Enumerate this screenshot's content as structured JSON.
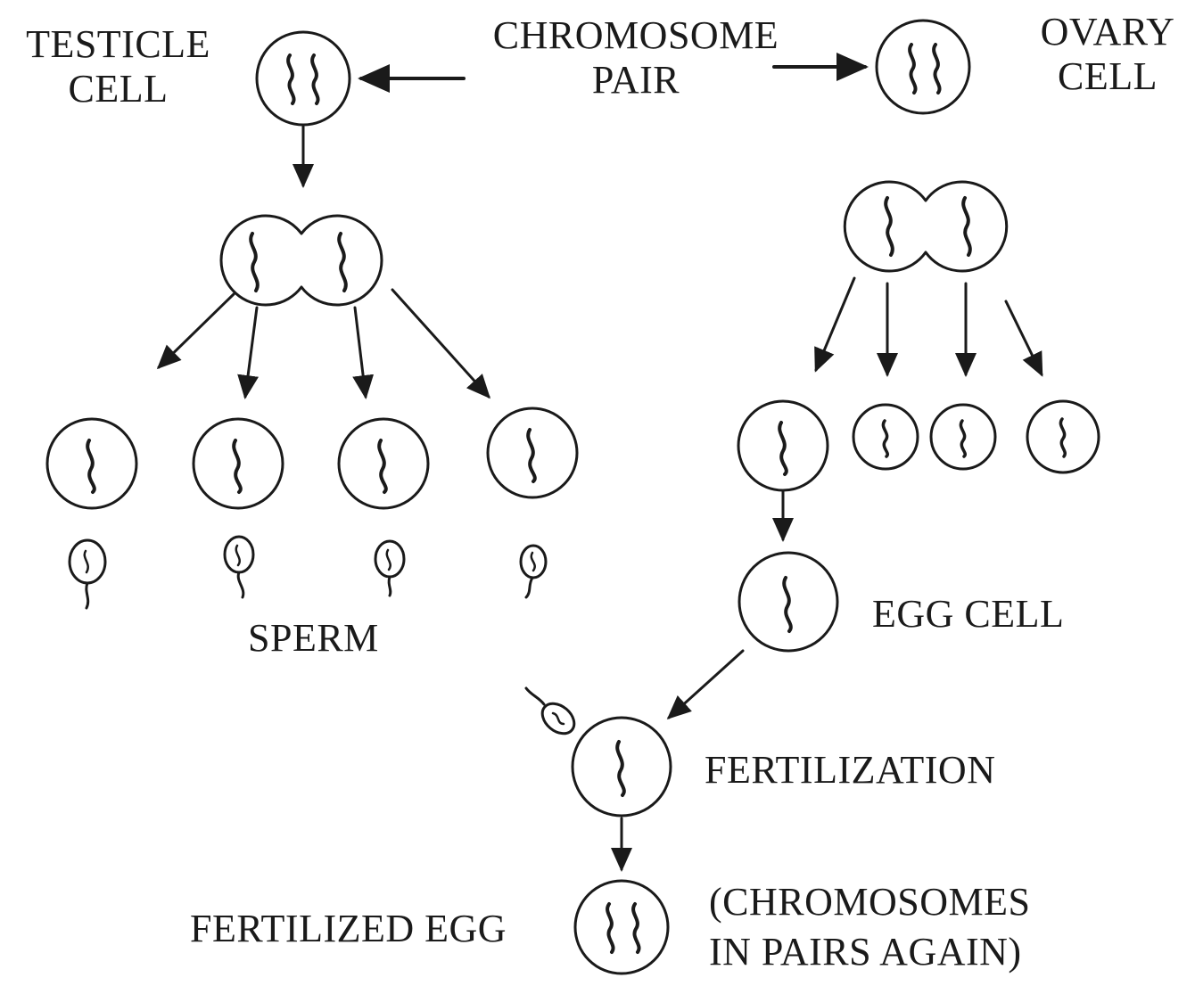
{
  "labels": {
    "testicle_cell_line1": "TESTICLE",
    "testicle_cell_line2": "CELL",
    "chromosome_pair_line1": "CHROMOSOME",
    "chromosome_pair_line2": "PAIR",
    "ovary_cell_line1": "OVARY",
    "ovary_cell_line2": "CELL",
    "sperm": "SPERM",
    "egg_cell": "EGG CELL",
    "fertilization": "FERTILIZATION",
    "fertilized_egg": "FERTILIZED EGG",
    "note_line1": "(CHROMOSOMES",
    "note_line2": "IN PAIRS AGAIN)"
  },
  "colors": {
    "ink": "#1a1a1a",
    "background": "#ffffff"
  }
}
